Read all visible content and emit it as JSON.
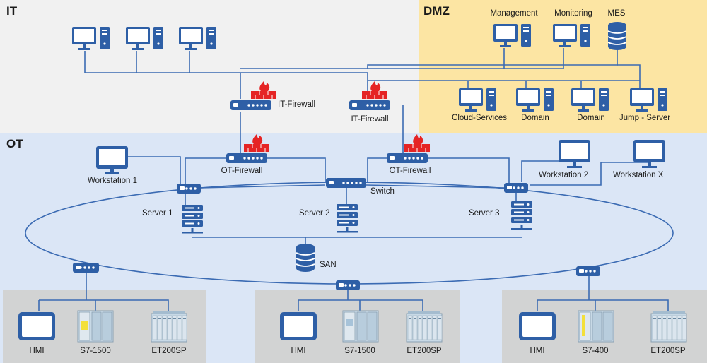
{
  "zones": {
    "it": "IT",
    "dmz": "DMZ",
    "ot": "OT"
  },
  "colors": {
    "it_bg": "#f1f1f1",
    "dmz_bg": "#fce5a3",
    "ot_bg": "#dbe6f6",
    "cell_bg": "#d2d3d3",
    "device": "#2e5fa6",
    "line": "#3b6bb3",
    "firewall": "#e52424"
  },
  "dmz": {
    "top_labels": [
      "Management",
      "Monitoring",
      "MES"
    ],
    "bottom_labels": [
      "Cloud-Services",
      "Domain",
      "Domain",
      "Jump - Server"
    ]
  },
  "firewalls": {
    "it_1": "IT-Firewall",
    "it_2": "IT-Firewall",
    "ot_1": "OT-Firewall",
    "ot_2": "OT-Firewall"
  },
  "ot": {
    "workstation_1": "Workstation 1",
    "workstation_2": "Workstation 2",
    "workstation_x": "Workstation X",
    "switch": "Switch",
    "server_1": "Server 1",
    "server_2": "Server 2",
    "server_3": "Server 3",
    "san": "SAN"
  },
  "cells": {
    "left": [
      "HMI",
      "S7-1500",
      "ET200SP"
    ],
    "middle": [
      "HMI",
      "S7-1500",
      "ET200SP"
    ],
    "right": [
      "HMI",
      "S7-400",
      "ET200SP"
    ]
  }
}
